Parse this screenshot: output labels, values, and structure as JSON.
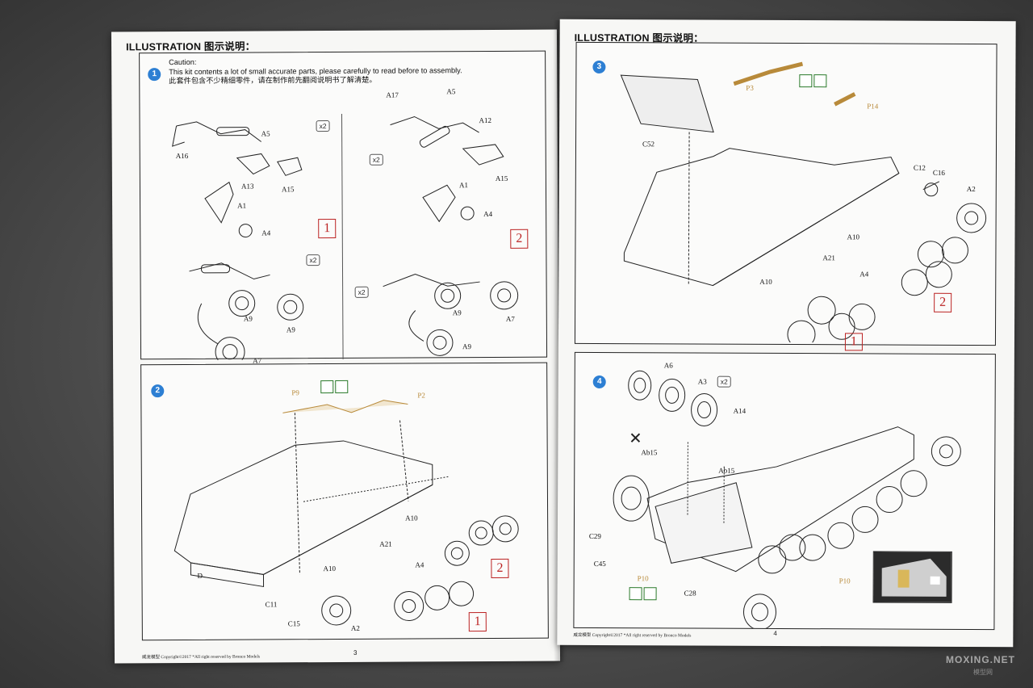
{
  "left_page": {
    "heading": "ILLUSTRATION 图示说明：",
    "page_number": "3",
    "footer": "威龙模型  Copyright©2017  *All right reserved by Bronco Models",
    "step1": {
      "badge": "1",
      "caution_title": "Caution:",
      "caution_en": "This kit contents a lot of small accurate parts, please carefully to read before to assembly.",
      "caution_cn": "此套件包含不少精细零件，请在制作前先翻阅说明书了解清楚。",
      "labels_a": [
        "A5",
        "A16",
        "A13",
        "A15",
        "A1",
        "A4",
        "A9",
        "A9",
        "A7"
      ],
      "labels_b": [
        "A17",
        "A5",
        "A12",
        "A15",
        "A1",
        "A4",
        "A9",
        "A9",
        "A7"
      ],
      "qty": [
        "x2",
        "x2",
        "x2",
        "x2"
      ],
      "variants": [
        "1",
        "2"
      ]
    },
    "step2": {
      "badge": "2",
      "labels": [
        "P9",
        "P2",
        "A10",
        "A21",
        "A4",
        "A10",
        "D",
        "C11",
        "C15",
        "A2"
      ],
      "variants": [
        "2",
        "1"
      ]
    }
  },
  "right_page": {
    "heading": "ILLUSTRATION 图示说明：",
    "page_number": "4",
    "footer": "威龙模型  Copyright©2017  *All right reserved by Bronco Models",
    "step3": {
      "badge": "3",
      "labels": [
        "P3",
        "P14",
        "C52",
        "C12",
        "C16",
        "A2",
        "A10",
        "A21",
        "A4",
        "A10"
      ],
      "variants": [
        "2",
        "1"
      ]
    },
    "step4": {
      "badge": "4",
      "labels": [
        "A6",
        "A3",
        "A14",
        "Ab15",
        "Ab15",
        "C29",
        "C45",
        "P10",
        "C28",
        "P10"
      ],
      "qty": "x2"
    }
  },
  "watermark": {
    "brand": "MOXING.NET",
    "sub": "模型网"
  }
}
